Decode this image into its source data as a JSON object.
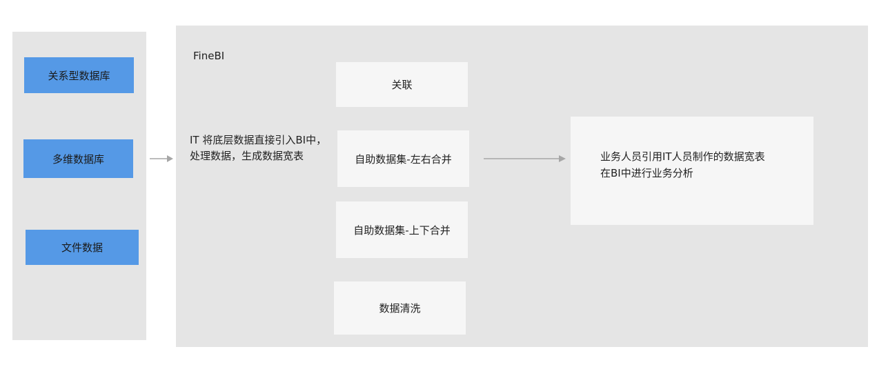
{
  "sources": {
    "items": [
      {
        "label": "关系型数据库"
      },
      {
        "label": "多维数据库"
      },
      {
        "label": "文件数据"
      }
    ]
  },
  "finebi": {
    "title": "FineBI",
    "description": [
      "IT 将底层数据直接引入BI中，",
      "处理数据，生成数据宽表"
    ],
    "steps": [
      {
        "label": "关联"
      },
      {
        "label": "自助数据集-左右合并"
      },
      {
        "label": "自助数据集-上下合并"
      },
      {
        "label": "数据清洗"
      }
    ]
  },
  "result": {
    "lines": [
      "业务人员引用IT人员制作的数据宽表",
      "在BI中进行业务分析"
    ]
  },
  "colors": {
    "source_box": "#5599e6",
    "panel": "#e5e5e5",
    "box": "#f6f6f6",
    "arrow": "#a6a6a6"
  }
}
